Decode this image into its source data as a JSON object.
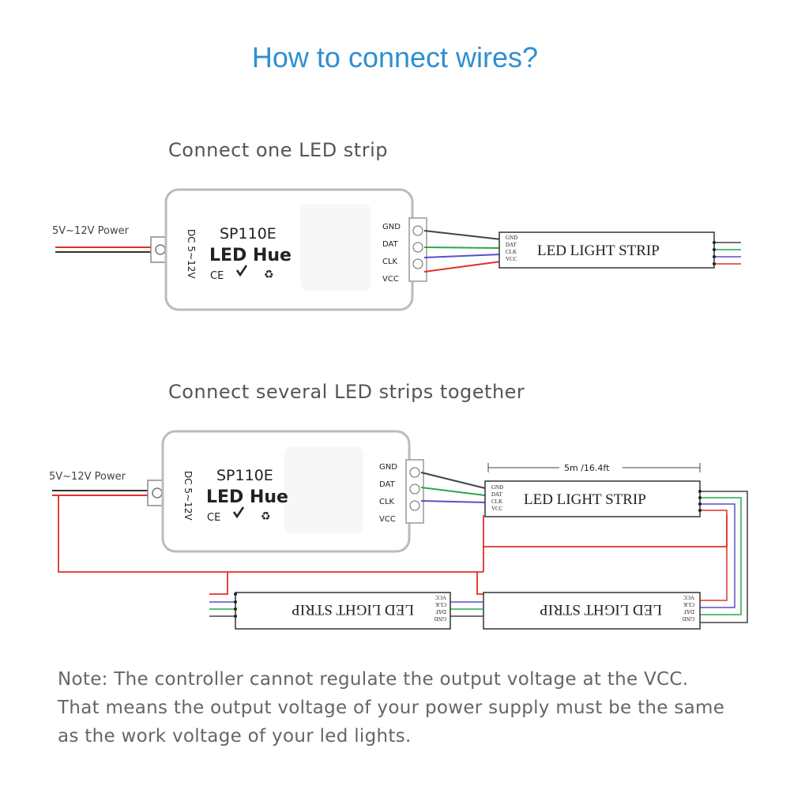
{
  "title": "How to connect wires?",
  "sections": {
    "one": "Connect one LED strip",
    "several": "Connect several LED strips together"
  },
  "controller": {
    "model": "SP110E",
    "brand": "LED Hue",
    "dc_label": "DC 5~12V",
    "ce": "CE",
    "pins": [
      "GND",
      "DAT",
      "CLK",
      "VCC"
    ]
  },
  "power_label": "5V~12V Power",
  "strip_label": "LED LIGHT STRIP",
  "strip_pins": [
    "GND",
    "DAT",
    "CLK",
    "VCC"
  ],
  "dimension": "5m /16.4ft",
  "wire_colors": {
    "gnd": "#444444",
    "dat": "#2aa84a",
    "clk": "#5a4fc8",
    "vcc": "#e0302b"
  },
  "note": {
    "line1": "Note:  The controller cannot regulate the output voltage at the VCC.",
    "line2": "That means the output voltage of your power supply must be the same",
    "line3": "as the work voltage of your led lights."
  }
}
